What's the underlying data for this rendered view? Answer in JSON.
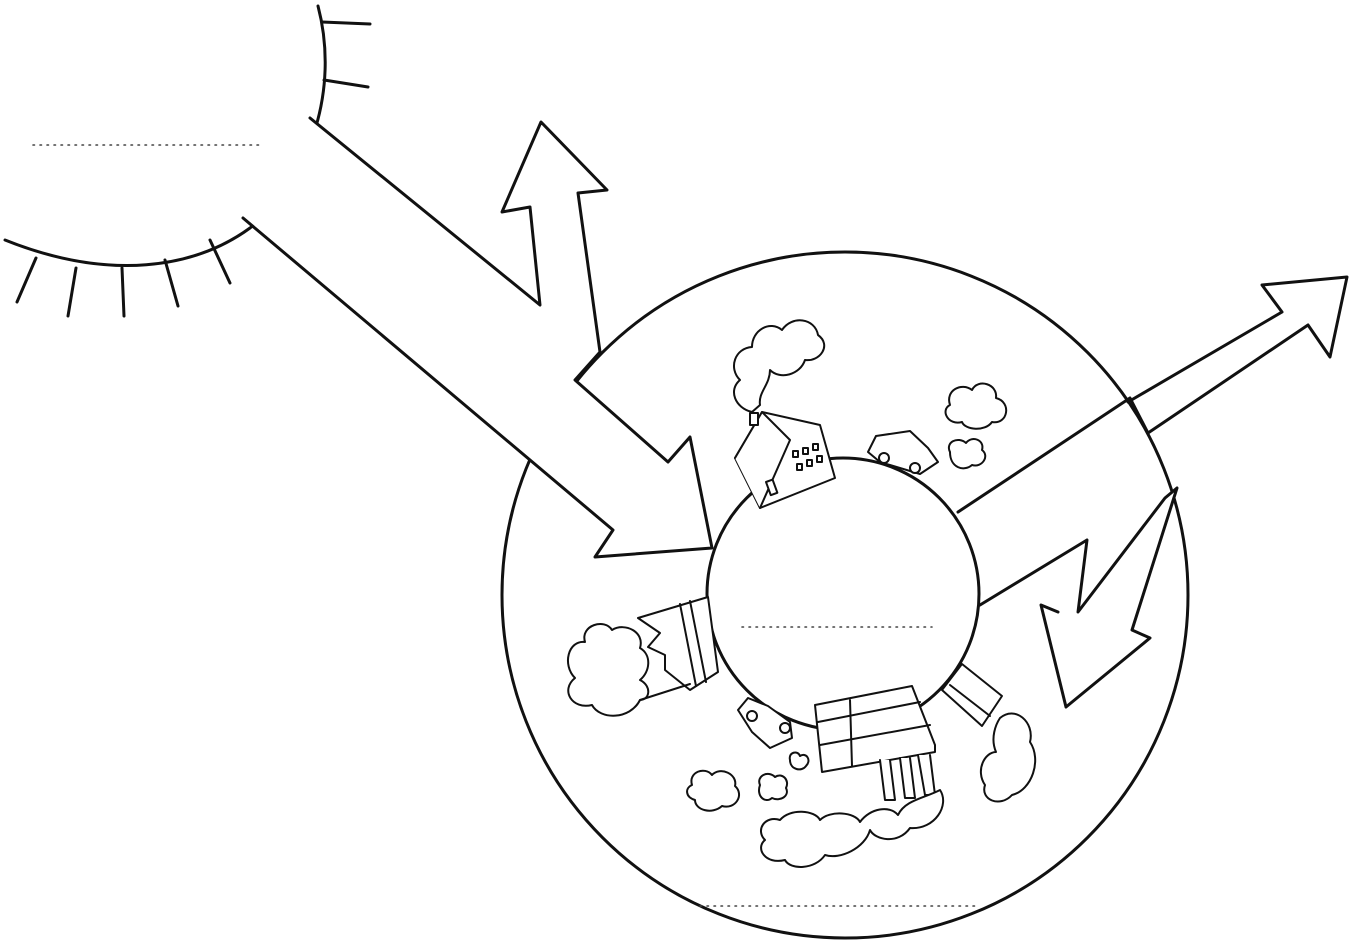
{
  "diagram": {
    "kind": "greenhouse-effect worksheet",
    "blanks": [
      {
        "id": "sun-label",
        "value": ""
      },
      {
        "id": "earth-label",
        "value": ""
      },
      {
        "id": "atmosphere-label",
        "value": ""
      }
    ],
    "colors": {
      "ink": "#111111",
      "paper": "#ffffff"
    }
  }
}
